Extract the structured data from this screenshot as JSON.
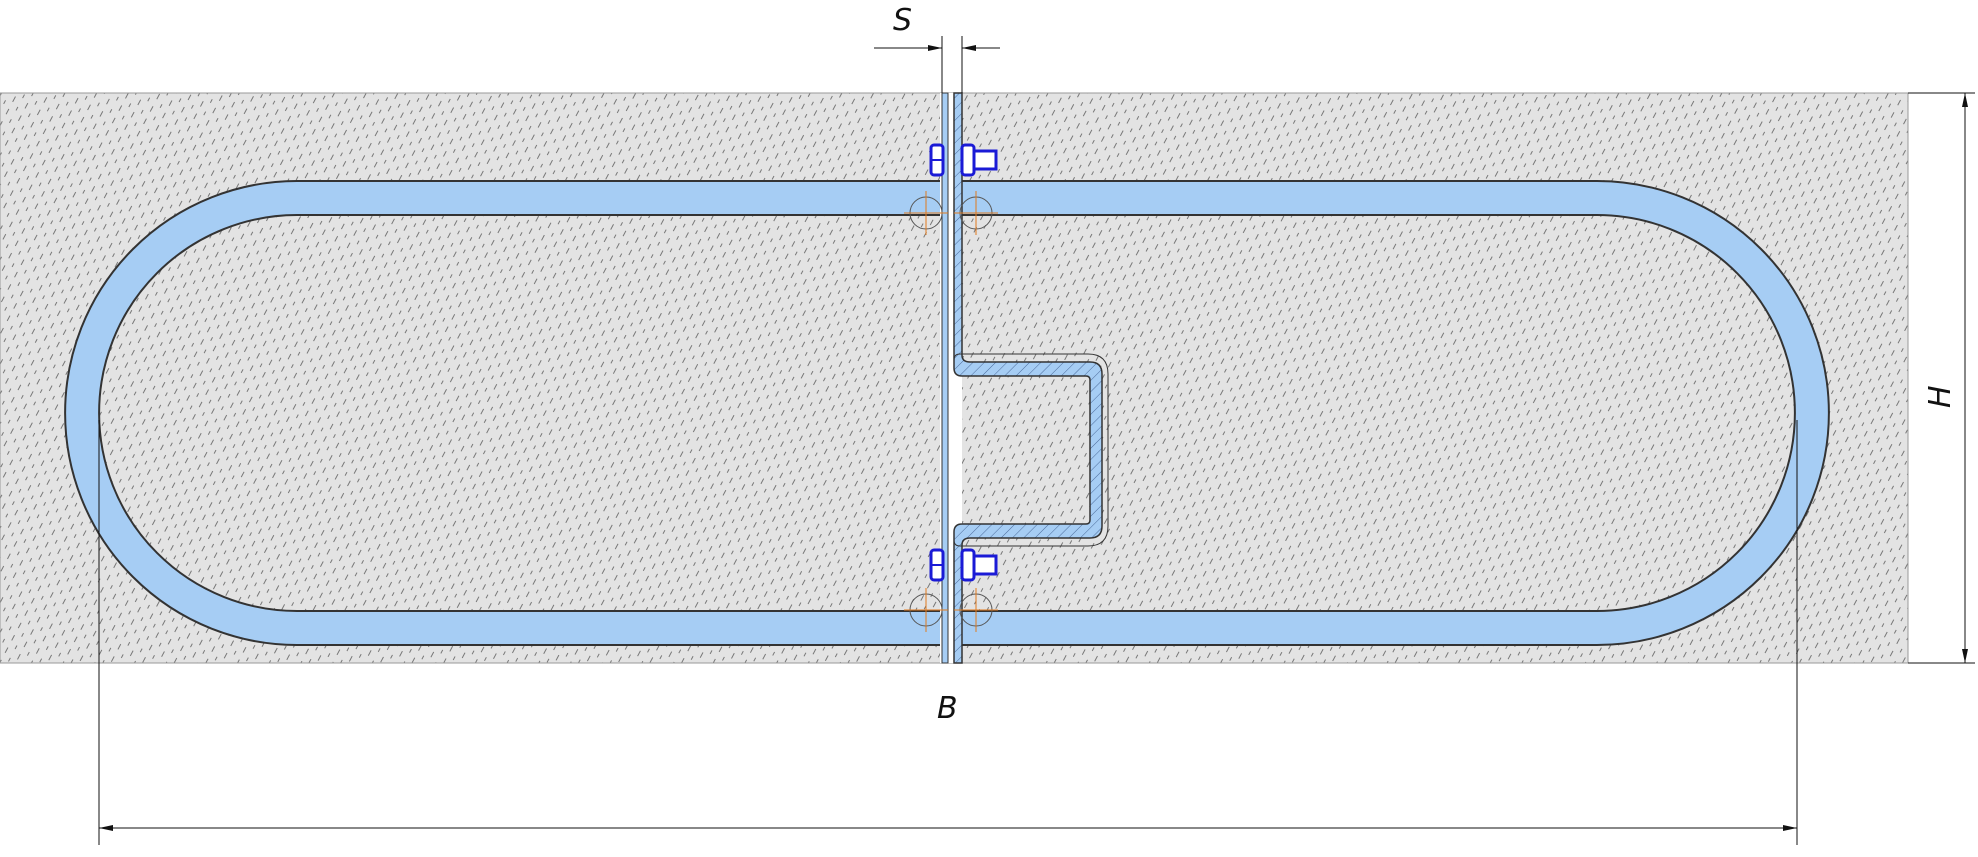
{
  "drawing": {
    "labels": {
      "gap_width": "S",
      "height": "H",
      "width": "B"
    },
    "colors": {
      "concrete_fill": "#e3e3e3",
      "hatch": "#6f6f6f",
      "band": "#a6cdf4",
      "band_outline": "#333333",
      "fastener": "#1a1ad6",
      "center_mark": "#e07a1e",
      "dimension_line": "#111111"
    },
    "icons": {
      "bolt": "bolt-icon",
      "center_mark": "center-mark-icon"
    }
  }
}
